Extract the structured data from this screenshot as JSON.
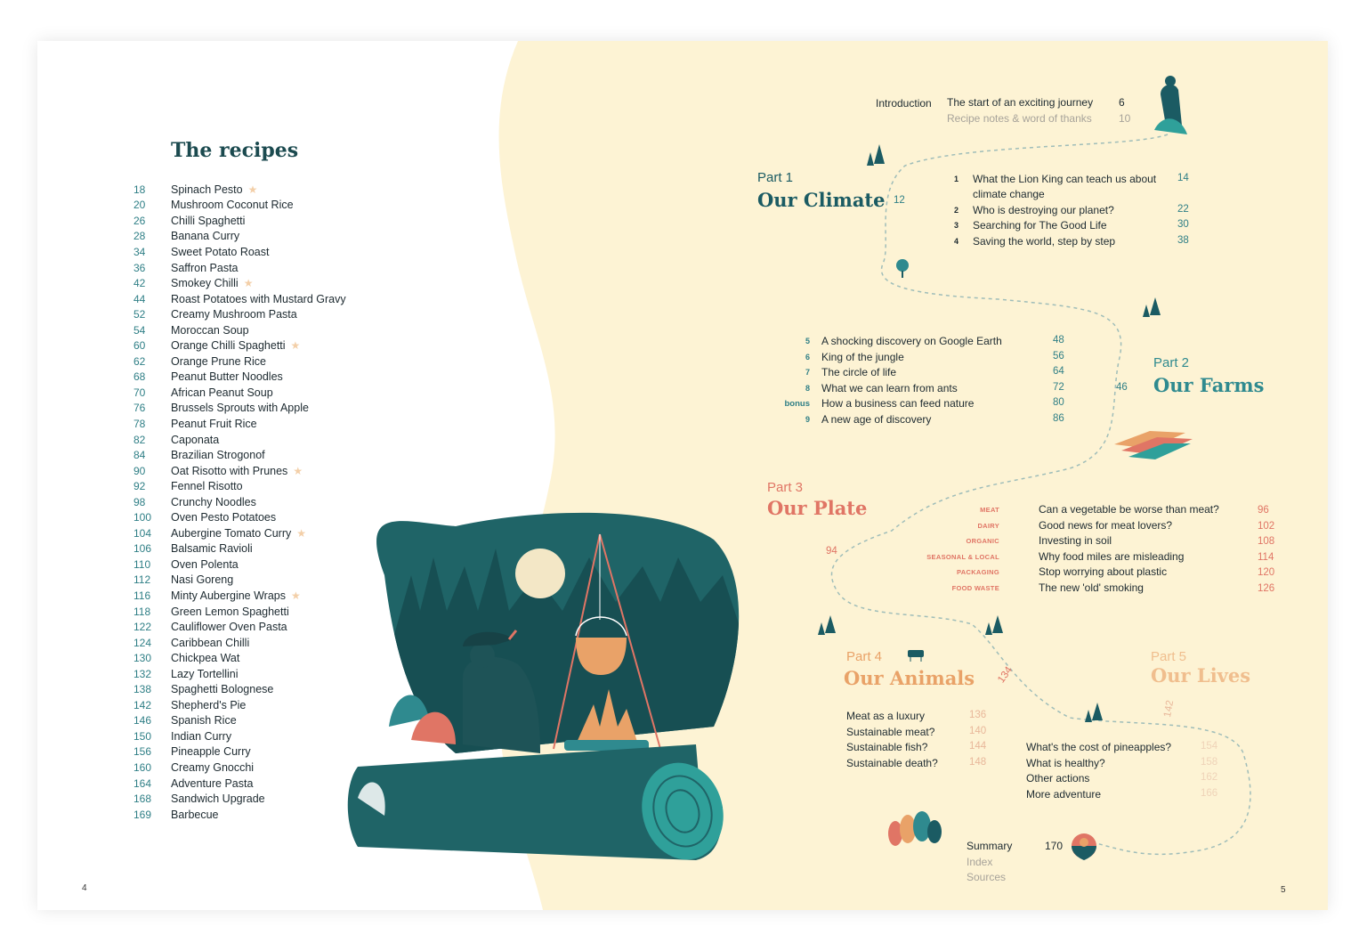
{
  "left_page": {
    "title": "The recipes",
    "page_number": "4",
    "recipes": [
      {
        "page": "18",
        "name": "Spinach Pesto",
        "star": true
      },
      {
        "page": "20",
        "name": "Mushroom Coconut Rice",
        "star": false
      },
      {
        "page": "26",
        "name": "Chilli Spaghetti",
        "star": false
      },
      {
        "page": "28",
        "name": "Banana Curry",
        "star": false
      },
      {
        "page": "34",
        "name": "Sweet Potato Roast",
        "star": false
      },
      {
        "page": "36",
        "name": "Saffron Pasta",
        "star": false
      },
      {
        "page": "42",
        "name": "Smokey Chilli",
        "star": true
      },
      {
        "page": "44",
        "name": "Roast Potatoes with Mustard Gravy",
        "star": false
      },
      {
        "page": "52",
        "name": "Creamy Mushroom Pasta",
        "star": false
      },
      {
        "page": "54",
        "name": "Moroccan Soup",
        "star": false
      },
      {
        "page": "60",
        "name": "Orange Chilli Spaghetti",
        "star": true
      },
      {
        "page": "62",
        "name": "Orange Prune Rice",
        "star": false
      },
      {
        "page": "68",
        "name": "Peanut Butter Noodles",
        "star": false
      },
      {
        "page": "70",
        "name": "African Peanut Soup",
        "star": false
      },
      {
        "page": "76",
        "name": "Brussels Sprouts with Apple",
        "star": false
      },
      {
        "page": "78",
        "name": "Peanut Fruit Rice",
        "star": false
      },
      {
        "page": "82",
        "name": "Caponata",
        "star": false
      },
      {
        "page": "84",
        "name": "Brazilian Strogonof",
        "star": false
      },
      {
        "page": "90",
        "name": "Oat Risotto with Prunes",
        "star": true
      },
      {
        "page": "92",
        "name": "Fennel Risotto",
        "star": false
      },
      {
        "page": "98",
        "name": "Crunchy Noodles",
        "star": false
      },
      {
        "page": "100",
        "name": "Oven Pesto Potatoes",
        "star": false
      },
      {
        "page": "104",
        "name": "Aubergine Tomato Curry",
        "star": true
      },
      {
        "page": "106",
        "name": "Balsamic Ravioli",
        "star": false
      },
      {
        "page": "110",
        "name": "Oven Polenta",
        "star": false
      },
      {
        "page": "112",
        "name": "Nasi Goreng",
        "star": false
      },
      {
        "page": "116",
        "name": "Minty Aubergine Wraps",
        "star": true
      },
      {
        "page": "118",
        "name": "Green Lemon Spaghetti",
        "star": false
      },
      {
        "page": "122",
        "name": "Cauliflower Oven Pasta",
        "star": false
      },
      {
        "page": "124",
        "name": "Caribbean Chilli",
        "star": false
      },
      {
        "page": "130",
        "name": "Chickpea Wat",
        "star": false
      },
      {
        "page": "132",
        "name": "Lazy Tortellini",
        "star": false
      },
      {
        "page": "138",
        "name": "Spaghetti Bolognese",
        "star": false
      },
      {
        "page": "142",
        "name": "Shepherd's Pie",
        "star": false
      },
      {
        "page": "146",
        "name": "Spanish Rice",
        "star": false
      },
      {
        "page": "150",
        "name": "Indian Curry",
        "star": false
      },
      {
        "page": "156",
        "name": "Pineapple Curry",
        "star": false
      },
      {
        "page": "160",
        "name": "Creamy Gnocchi",
        "star": false
      },
      {
        "page": "164",
        "name": "Adventure Pasta",
        "star": false
      },
      {
        "page": "168",
        "name": "Sandwich Upgrade",
        "star": false
      },
      {
        "page": "169",
        "name": "Barbecue",
        "star": false
      }
    ]
  },
  "right_page": {
    "page_number": "5",
    "introduction": {
      "label": "Introduction",
      "item1": "The start of an exciting journey",
      "item1_page": "6",
      "item2": "Recipe notes & word of thanks",
      "item2_page": "10"
    },
    "part1": {
      "label": "Part 1",
      "title": "Our Climate",
      "page": "12",
      "chapters": [
        {
          "num": "1",
          "line1": "What the Lion King can teach us about",
          "line2": "climate change",
          "page": "14"
        },
        {
          "num": "2",
          "line1": "Who is destroying our planet?",
          "page": "22"
        },
        {
          "num": "3",
          "line1": "Searching for The Good Life",
          "page": "30"
        },
        {
          "num": "4",
          "line1": "Saving the world, step by step",
          "page": "38"
        }
      ]
    },
    "part2": {
      "label": "Part 2",
      "title": "Our Farms",
      "page": "46",
      "chapters": [
        {
          "num": "5",
          "text": "A shocking discovery on Google Earth",
          "page": "48"
        },
        {
          "num": "6",
          "text": "King of the jungle",
          "page": "56"
        },
        {
          "num": "7",
          "text": "The circle of life",
          "page": "64"
        },
        {
          "num": "8",
          "text": "What we can learn from ants",
          "page": "72"
        },
        {
          "num": "bonus",
          "text": "How a business can feed nature",
          "page": "80"
        },
        {
          "num": "9",
          "text": "A new age of discovery",
          "page": "86"
        }
      ]
    },
    "part3": {
      "label": "Part 3",
      "title": "Our Plate",
      "page": "94",
      "chapters": [
        {
          "tag": "MEAT",
          "text": "Can a vegetable be worse than meat?",
          "page": "96"
        },
        {
          "tag": "DAIRY",
          "text": "Good news for meat lovers?",
          "page": "102"
        },
        {
          "tag": "ORGANIC",
          "text": "Investing in soil",
          "page": "108"
        },
        {
          "tag": "SEASONAL & LOCAL",
          "text": "Why food miles are misleading",
          "page": "114"
        },
        {
          "tag": "PACKAGING",
          "text": "Stop worrying about plastic",
          "page": "120"
        },
        {
          "tag": "FOOD WASTE",
          "text": "The new 'old' smoking",
          "page": "126"
        }
      ]
    },
    "part4": {
      "label": "Part 4",
      "title": "Our Animals",
      "page": "134",
      "chapters": [
        {
          "text": "Meat as a luxury",
          "page": "136"
        },
        {
          "text": "Sustainable meat?",
          "page": "140"
        },
        {
          "text": "Sustainable fish?",
          "page": "144"
        },
        {
          "text": "Sustainable death?",
          "page": "148"
        }
      ]
    },
    "part5": {
      "label": "Part 5",
      "title": "Our Lives",
      "page": "142",
      "chapters": [
        {
          "text": "What's the cost of pineapples?",
          "page": "154"
        },
        {
          "text": "What is healthy?",
          "page": "158"
        },
        {
          "text": "Other actions",
          "page": "162"
        },
        {
          "text": "More adventure",
          "page": "166"
        }
      ]
    },
    "summary": {
      "label": "Summary",
      "page": "170",
      "index": "Index",
      "sources": "Sources"
    }
  },
  "colors": {
    "cream": "#fdf3d4",
    "teal_dark": "#1b5b63",
    "teal": "#2f8a8f",
    "coral": "#e07565",
    "orange": "#e9a268",
    "peach": "#f0be8e"
  }
}
